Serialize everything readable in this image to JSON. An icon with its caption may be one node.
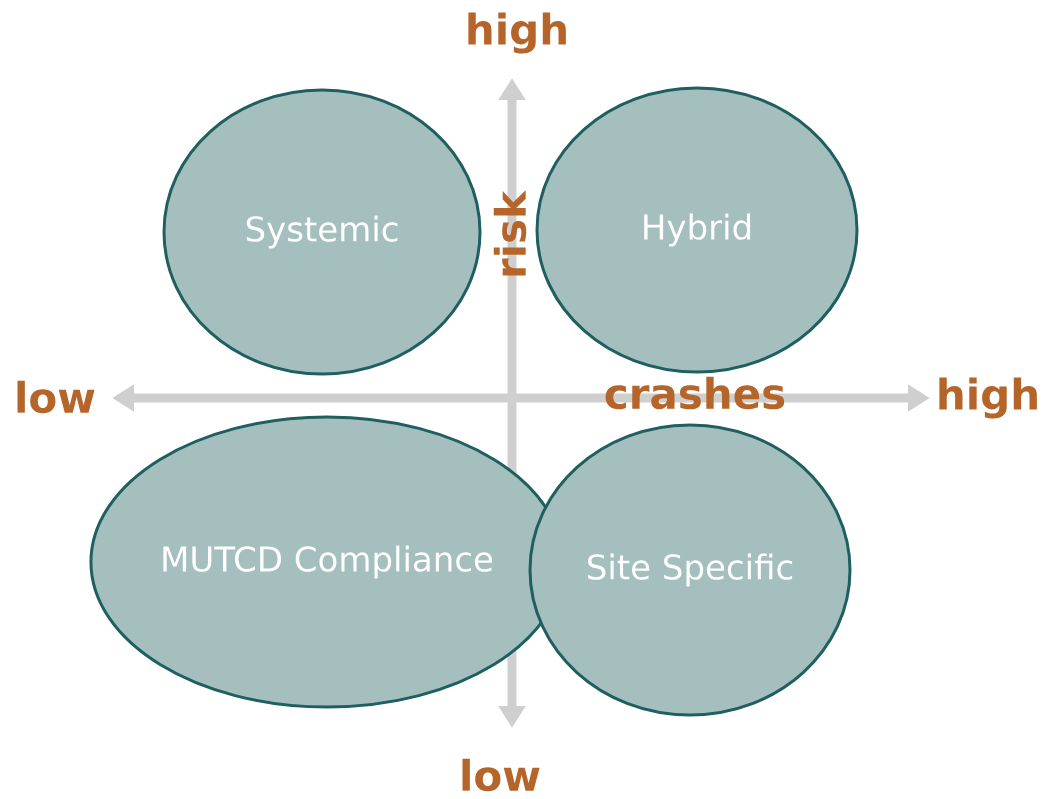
{
  "diagram": {
    "nodes": [
      {
        "text": [
          "Systemic"
        ]
      },
      {
        "text": [
          "Hybrid"
        ]
      },
      {
        "text": [
          "MUTCD Compliance"
        ]
      },
      {
        "text": [
          "Site Specific"
        ]
      }
    ],
    "labels": [
      "high",
      "risk",
      "low",
      "crashes",
      "high",
      "low"
    ]
  }
}
